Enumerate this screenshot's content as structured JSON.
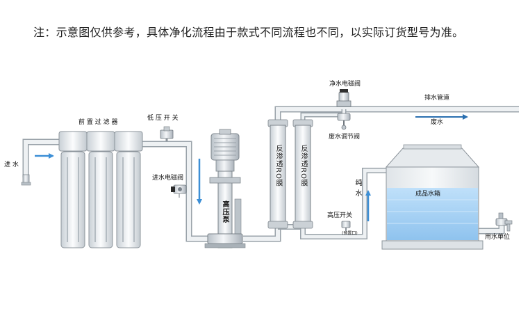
{
  "note": "注：示意图仅供参考，具体净化流程由于款式不同流程也不同，以实际订货型号为准。",
  "labels": {
    "inlet": "进 水",
    "pre_filter": "前 置 过 滤 器",
    "low_pressure_switch": "低 压 开 关",
    "inlet_solenoid_valve": "进水电磁阀",
    "high_pressure_pump": "高压泵",
    "ro_membrane_1": "反渗透RO膜",
    "ro_membrane_2": "反渗透RO膜",
    "pure_water_solenoid_valve": "净水电磁阀",
    "waste_water_adjust_valve": "废水调节阀",
    "drain_pipe": "排水管道",
    "waste_water": "废水",
    "pure_water": "纯 水",
    "high_pressure_switch": "高压开关",
    "high_pressure_switch_note": "(预置口)",
    "product_tank": "成品水箱",
    "water_use_unit": "用水单位"
  },
  "colors": {
    "pipe": "#cfd6dc",
    "pipe_edge": "#8f979e",
    "flow_arrow": "#3c8fd6",
    "tank_water": "#a9d3f5",
    "equipment": "#d6dbe0"
  }
}
